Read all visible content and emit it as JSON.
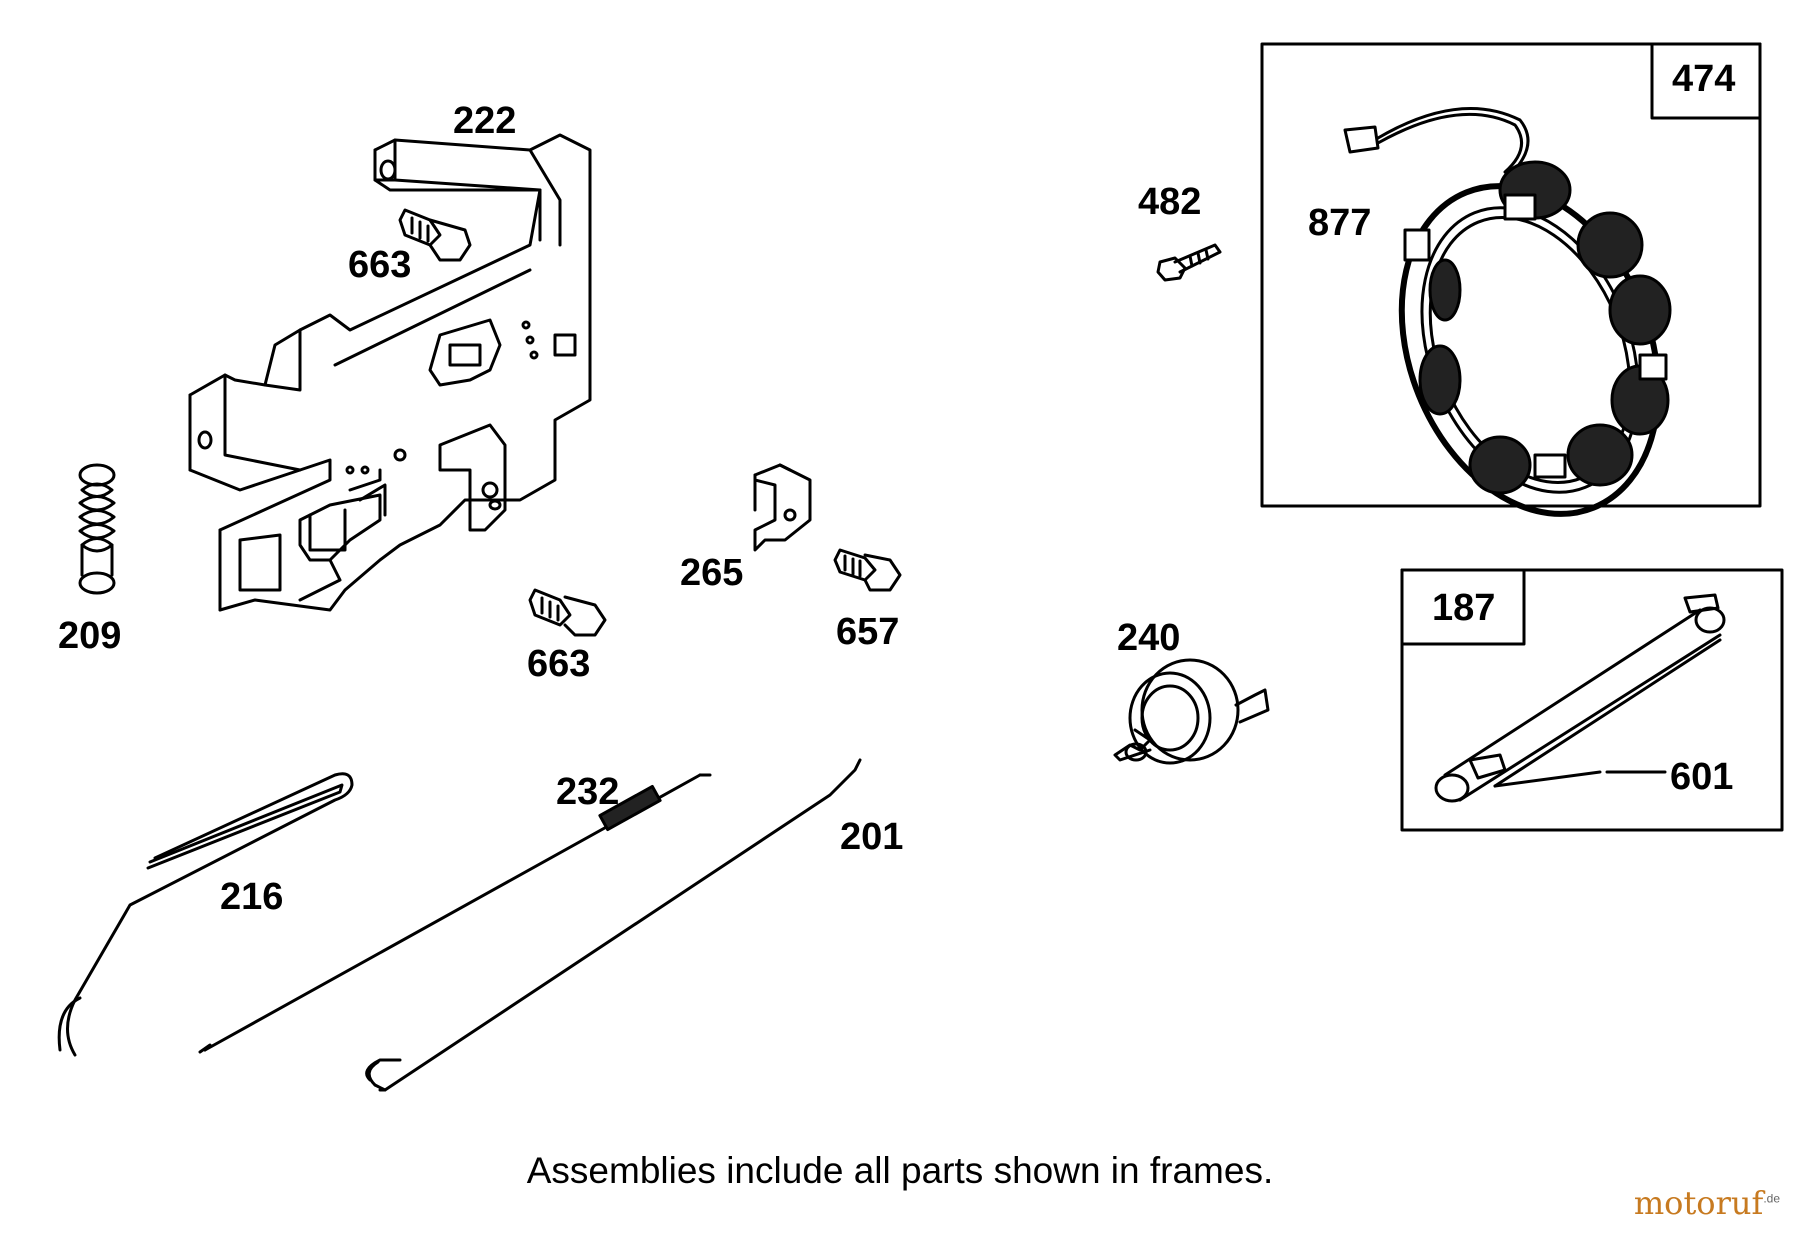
{
  "parts": [
    {
      "id": "222",
      "label": "222"
    },
    {
      "id": "663a",
      "label": "663"
    },
    {
      "id": "209",
      "label": "209"
    },
    {
      "id": "663b",
      "label": "663"
    },
    {
      "id": "265",
      "label": "265"
    },
    {
      "id": "657",
      "label": "657"
    },
    {
      "id": "482",
      "label": "482"
    },
    {
      "id": "877",
      "label": "877"
    },
    {
      "id": "240",
      "label": "240"
    },
    {
      "id": "601",
      "label": "601"
    },
    {
      "id": "232",
      "label": "232"
    },
    {
      "id": "201",
      "label": "201"
    },
    {
      "id": "216",
      "label": "216"
    }
  ],
  "frames": [
    {
      "id": "474",
      "label": "474"
    },
    {
      "id": "187",
      "label": "187"
    }
  ],
  "caption": "Assemblies include all parts shown in frames.",
  "watermark": {
    "brand": "motoruf",
    "tld": ".de",
    "brand_color": "#c77a20",
    "accent_color": "#6a8cc7"
  }
}
